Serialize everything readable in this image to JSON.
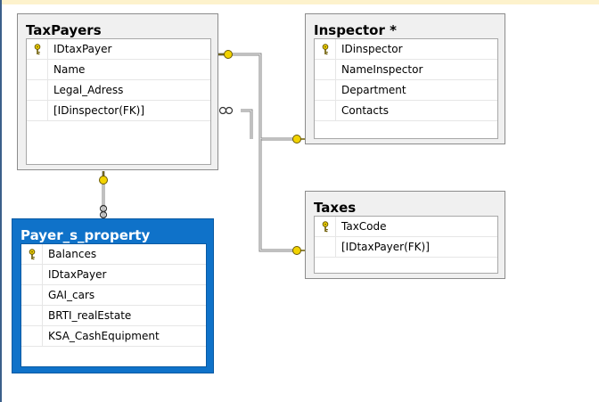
{
  "tables": {
    "taxpayers": {
      "title": "TaxPayers",
      "columns": [
        {
          "name": "IDtaxPayer",
          "key": true
        },
        {
          "name": "Name",
          "key": false
        },
        {
          "name": "Legal_Adress",
          "key": false
        },
        {
          "name": "[IDinspector(FK)]",
          "key": false
        }
      ]
    },
    "inspector": {
      "title": "Inspector *",
      "columns": [
        {
          "name": "IDinspector",
          "key": true
        },
        {
          "name": "NameInspector",
          "key": false
        },
        {
          "name": "Department",
          "key": false
        },
        {
          "name": "Contacts",
          "key": false
        }
      ]
    },
    "taxes": {
      "title": "Taxes",
      "columns": [
        {
          "name": "TaxCode",
          "key": true
        },
        {
          "name": "[IDtaxPayer(FK)]",
          "key": false
        }
      ]
    },
    "payer_property": {
      "title": "Payer_s_property",
      "columns": [
        {
          "name": "Balances",
          "key": true
        },
        {
          "name": "IDtaxPayer",
          "key": false
        },
        {
          "name": "GAI_cars",
          "key": false
        },
        {
          "name": "BRTI_realEstate",
          "key": false
        },
        {
          "name": "KSA_CashEquipment",
          "key": false
        }
      ]
    }
  },
  "colors": {
    "key": "#f2d300",
    "connector": "#808080",
    "selected_header": "#0f72c9"
  },
  "icons": {
    "primary_key": "key-icon",
    "relationship_one": "key-endpoint-icon",
    "relationship_many": "infinity-endpoint-icon"
  }
}
